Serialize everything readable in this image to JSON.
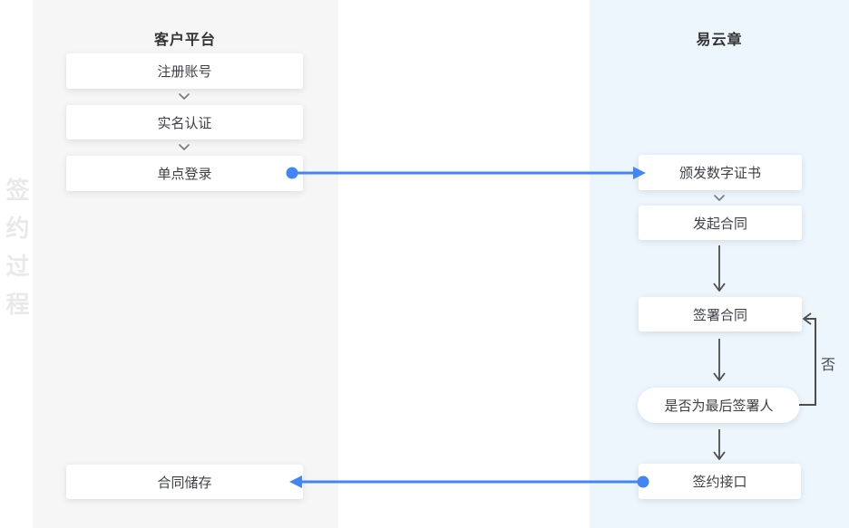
{
  "diagram": {
    "process_label": "签约过程",
    "lanes": [
      {
        "id": "customer-platform",
        "header": "客户平台",
        "nodes": [
          "注册账号",
          "实名认证",
          "单点登录",
          "合同储存"
        ]
      },
      {
        "id": "yiyunzhang",
        "header": "易云章",
        "nodes": [
          "颁发数字证书",
          "发起合同",
          "签署合同",
          "是否为最后签署人",
          "签约接口"
        ]
      }
    ],
    "edges": {
      "no_label": "否"
    },
    "colors": {
      "accent_blue": "#4285f4",
      "left_lane_bg": "#f6f6f6",
      "right_lane_bg": "#edf5fd",
      "arrow_dark": "#4d4d4d",
      "chevron_gray": "#7b7b7b"
    }
  }
}
